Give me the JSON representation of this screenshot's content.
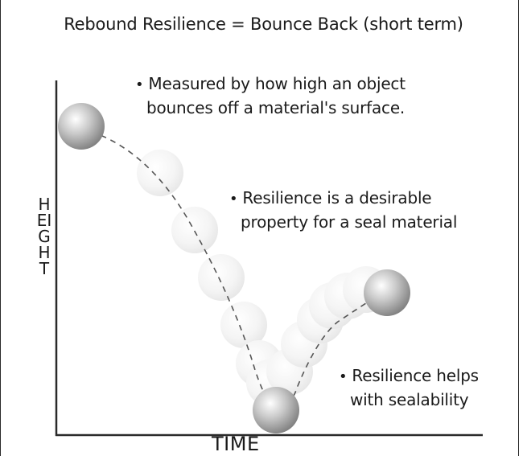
{
  "title": "Rebound Resilience = Bounce Back (short term)",
  "notes": [
    {
      "bullet": "•",
      "lines": [
        "Measured by how high an object",
        "bounces off a material's surface."
      ]
    },
    {
      "bullet": "•",
      "lines": [
        "Resilience is a desirable",
        "property for a seal material"
      ]
    },
    {
      "bullet": "•",
      "lines": [
        "Resilience helps",
        "with sealability"
      ]
    }
  ],
  "axes": {
    "y_label": "HEIGHT",
    "x_label": "TIME"
  },
  "colors": {
    "ball_solid": "#9a9a9a",
    "ball_ghost": "#d6d6d6",
    "axis": "#2a2a2a",
    "path": "#555555"
  }
}
